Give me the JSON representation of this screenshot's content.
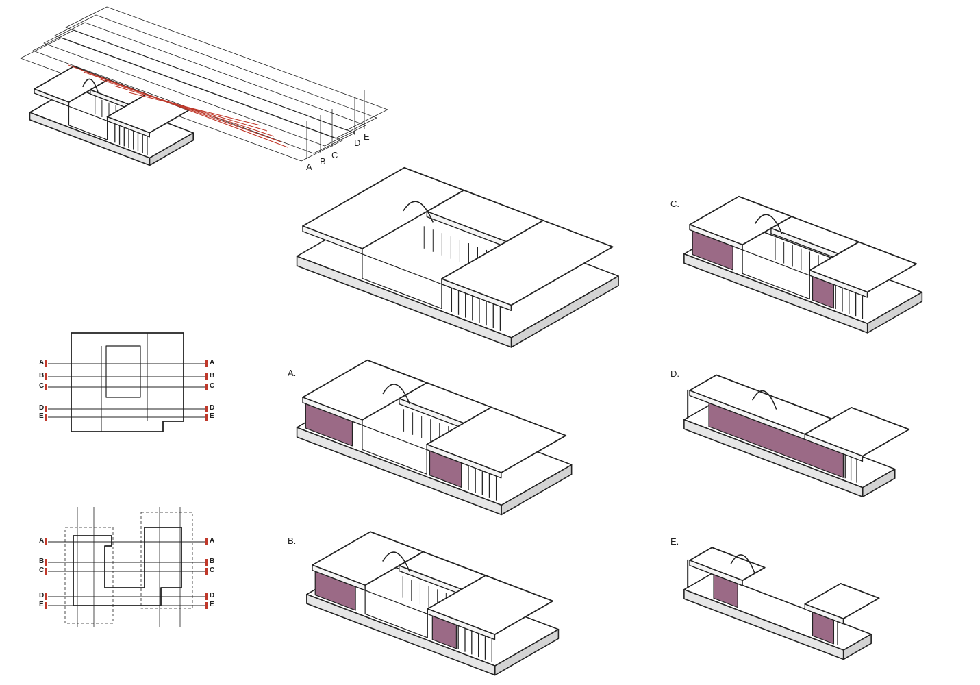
{
  "colors": {
    "section_fill": "#9b6a86",
    "section_lines": "#c0392b",
    "line": "#222222",
    "slab_side": "#e6e6e6"
  },
  "key_axon": {
    "section_labels": [
      "A",
      "B",
      "C",
      "D",
      "E"
    ]
  },
  "section_views": [
    {
      "label": "A."
    },
    {
      "label": "B."
    },
    {
      "label": "C."
    },
    {
      "label": "D."
    },
    {
      "label": "E."
    }
  ],
  "roof_plan": {
    "left_labels": [
      "A",
      "B",
      "C",
      "D",
      "E"
    ],
    "right_labels": [
      "A",
      "B",
      "C",
      "D",
      "E"
    ]
  },
  "floor_plan": {
    "left_labels": [
      "A",
      "B",
      "C",
      "D",
      "E"
    ],
    "right_labels": [
      "A",
      "B",
      "C",
      "D",
      "E"
    ]
  }
}
